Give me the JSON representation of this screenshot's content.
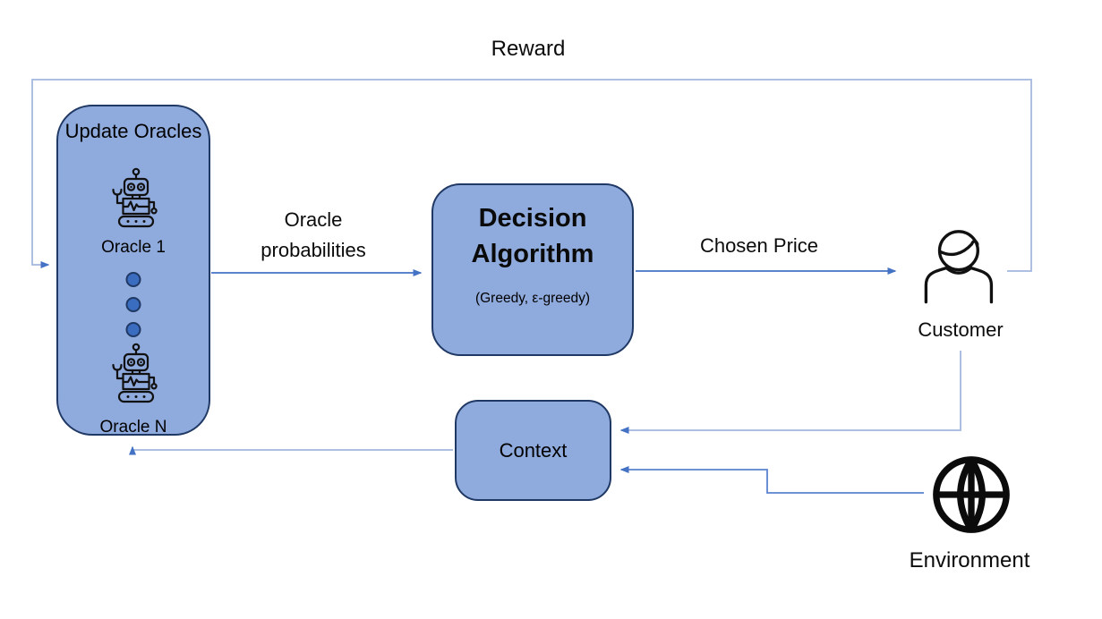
{
  "diagram": {
    "reward_label": "Reward",
    "oracle_panel": {
      "title": "Update Oracles",
      "first_oracle_label": "Oracle 1",
      "last_oracle_label": "Oracle N",
      "ellipsis_dots": 3
    },
    "oracle_probabilities_label": "Oracle probabilities",
    "decision_box": {
      "title": "Decision Algorithm",
      "subtitle": "(Greedy, ε-greedy)"
    },
    "chosen_price_label": "Chosen Price",
    "customer_label": "Customer",
    "context_label": "Context",
    "environment_label": "Environment",
    "colors": {
      "node_fill": "#8FAADC",
      "node_border": "#1F3864",
      "connector_strong": "#4472C4",
      "connector_light": "#A3B8DE",
      "arrowhead": "#4472C4",
      "ellipsis_dot_fill": "#3A6CC0",
      "icon_stroke": "#111111",
      "background": "#FFFFFF"
    }
  }
}
